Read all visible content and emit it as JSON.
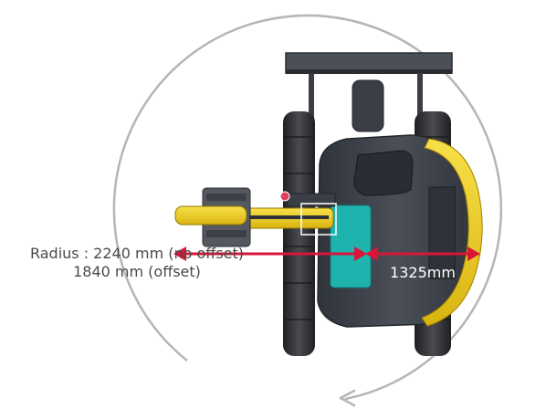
{
  "labels": {
    "radius_line1": "Radius : 2240 mm (no offset)",
    "radius_line2": "1840 mm (offset)",
    "tail_swing": "1325mm"
  },
  "colors": {
    "arrow": "#d9163a",
    "machine_yellow": "#f4d31a",
    "body_dark": "#3d4149",
    "track_dark": "#2b2c30",
    "teal_panel": "#1fb3b0",
    "swing_circle": "#b5b5b5"
  },
  "icons": {
    "swing_direction": "curved-arrow-icon"
  }
}
